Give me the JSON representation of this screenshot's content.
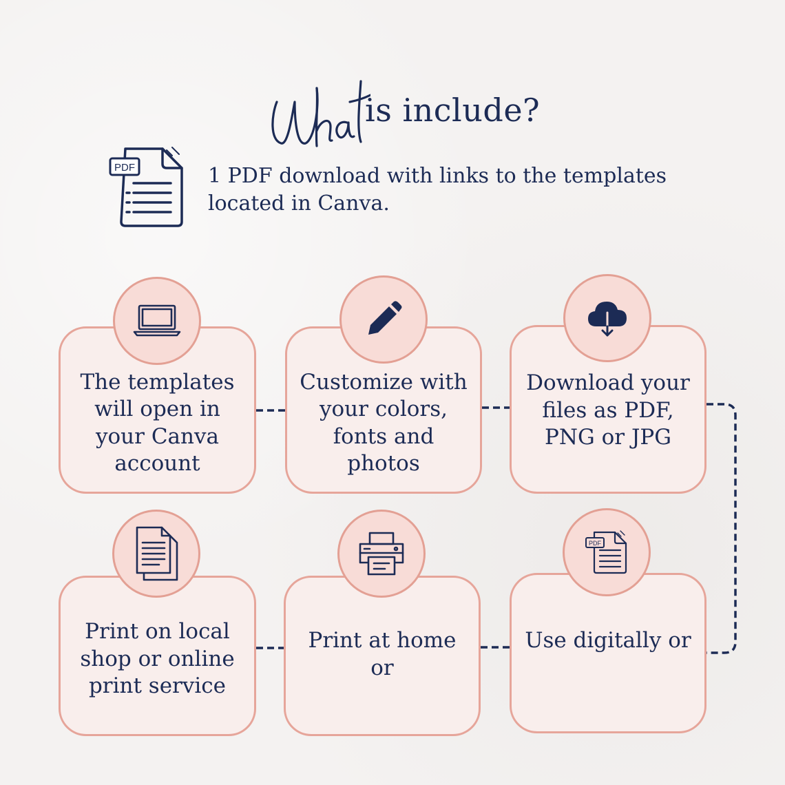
{
  "header": {
    "title_script": "What",
    "title_rest": "is include?"
  },
  "intro": {
    "pdf_label": "PDF",
    "text": "1 PDF download with links to the templates located in Canva."
  },
  "steps": [
    {
      "text": "The templates will open in your Canva account",
      "icon": "laptop-icon"
    },
    {
      "text": "Customize with your colors, fonts and photos",
      "icon": "pencil-icon"
    },
    {
      "text": "Download your files as PDF, PNG or JPG",
      "icon": "cloud-download-icon"
    },
    {
      "text": "Use digitally or",
      "icon": "pdf-file-icon"
    },
    {
      "text": "Print at home or",
      "icon": "printer-icon"
    },
    {
      "text": "Print on local shop or online print service",
      "icon": "documents-icon"
    }
  ],
  "small_pdf_label": "PDF",
  "colors": {
    "navy": "#1c2b55",
    "card_fill": "#f9eeec",
    "card_border": "#e6a59a",
    "badge_fill": "#f8dcd7",
    "background": "#f4f2f1"
  }
}
